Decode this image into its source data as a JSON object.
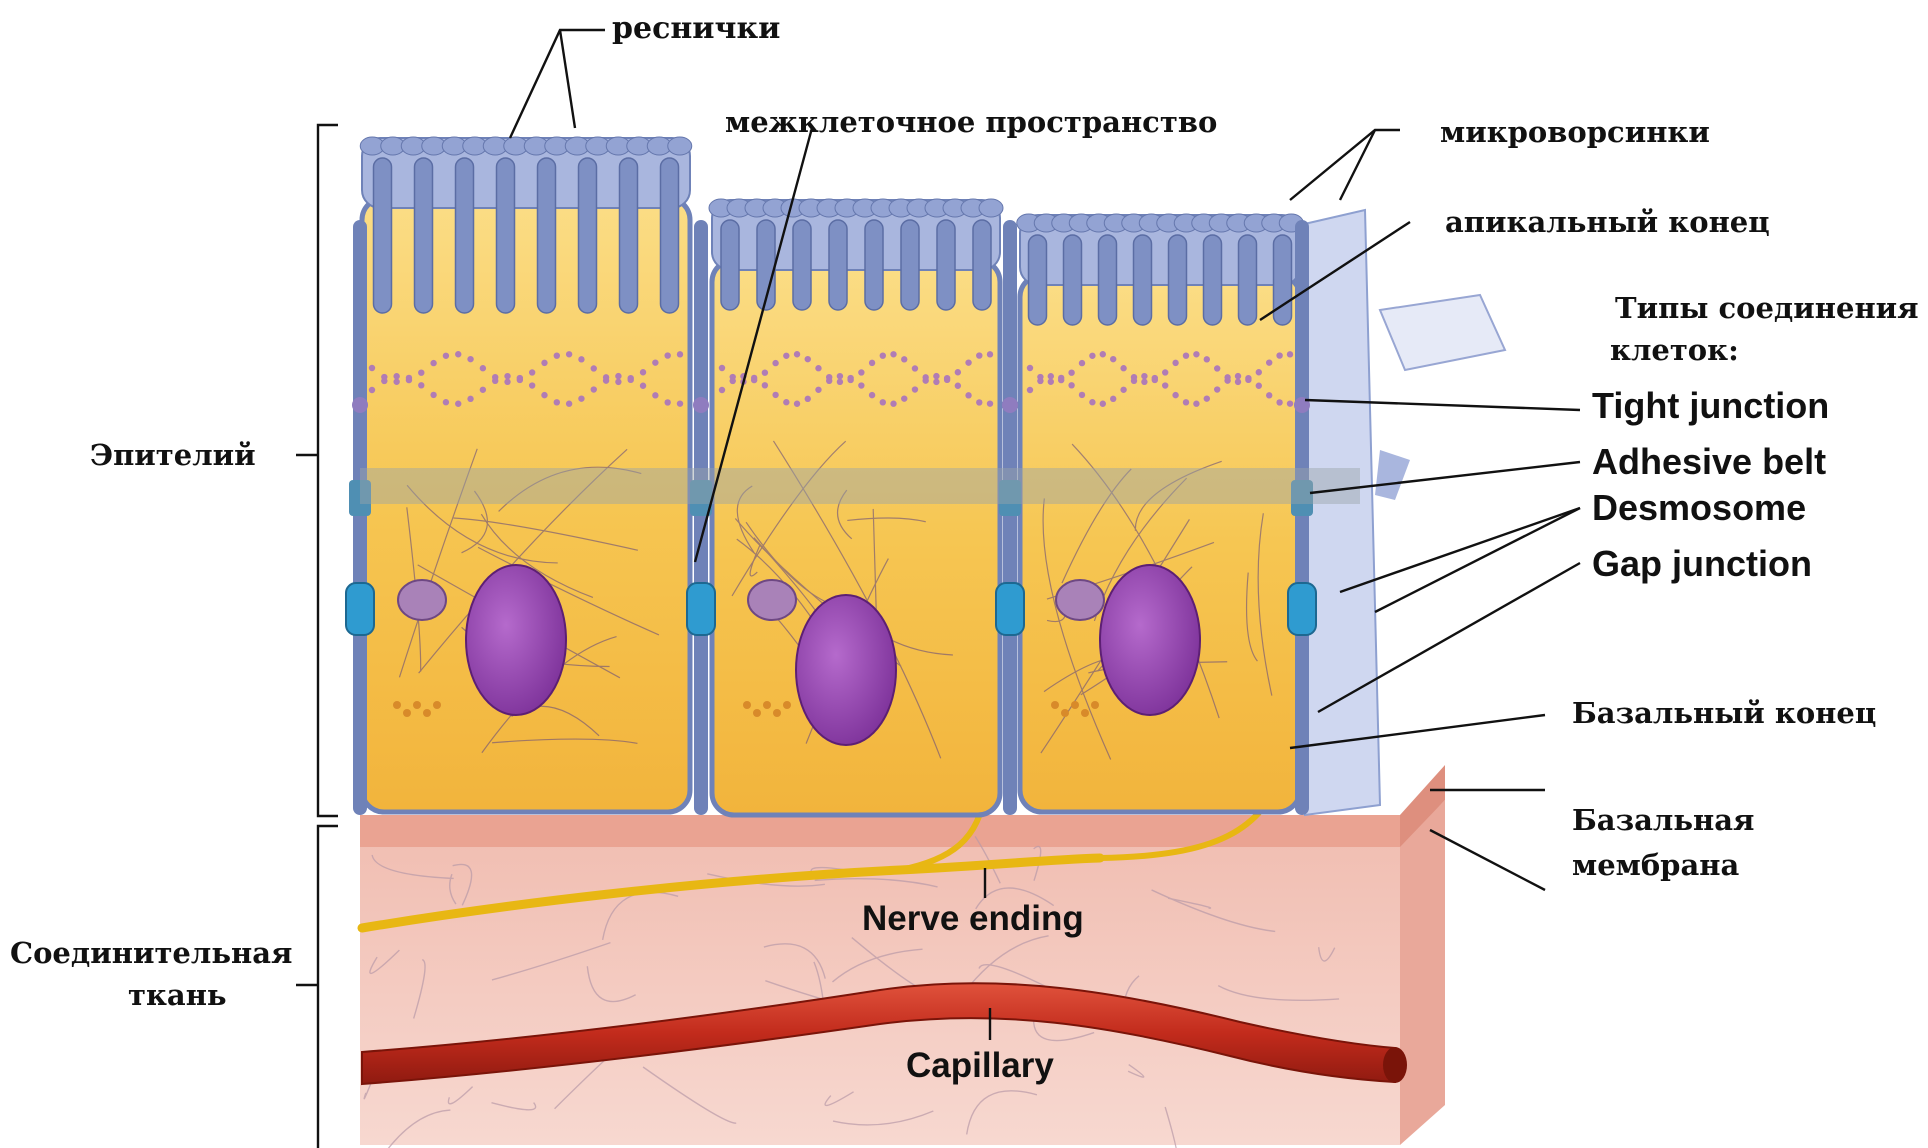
{
  "diagram": {
    "labels": {
      "cilia": "реснички",
      "intercellular_space": "межклеточное пространство",
      "microvilli": "микроворсинки",
      "apical_end": "апикальный конец",
      "junction_types_line1": "Типы соединения",
      "junction_types_line2": "клеток:",
      "tight_junction": "Tight junction",
      "adhesive_belt": "Adhesive belt",
      "desmosome": "Desmosome",
      "gap_junction": "Gap junction",
      "basal_end": "Базальный конец",
      "basement_membrane_line1": "Базальная",
      "basement_membrane_line2": "мембрана",
      "epithelium": "Эпителий",
      "connective_tissue_line1": "Соединительная",
      "connective_tissue_line2": "ткань",
      "nerve_ending": "Nerve ending",
      "capillary": "Capillary"
    },
    "colors": {
      "cytoplasm": "#f5c64f",
      "cytoplasm_light": "#fbe18f",
      "membrane_blue": "#6f82b8",
      "membrane_light": "#a9b6de",
      "nucleus": "#8b3aa8",
      "connective_tissue": "#f3c6bd",
      "basement_layer": "#eba392",
      "capillary": "#c9301f",
      "nerve": "#f0c21c",
      "side_panel": "#c9d2ee"
    }
  }
}
